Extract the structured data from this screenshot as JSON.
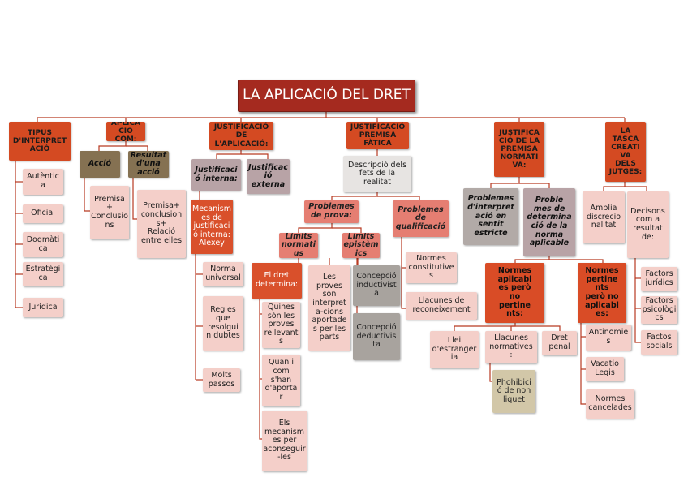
{
  "title": "LA APLICACIÓ DEL DRET",
  "colors": {
    "title_bg": "#a52a1f",
    "header_bg": "#d44a22",
    "line": "#b83a22",
    "pink": "#f4cfc9",
    "olive": "#857152",
    "gray": "#a8a39e",
    "mauve": "#b8a3a6"
  },
  "boxes": {
    "tipus": "TIPUS\nD'INTERPRET\nACIÓ",
    "autentica": "Autèntic\na",
    "oficial": "Oficial",
    "dogmatica": "Dogmàti\nca",
    "estrategica": "Estratègi\nca",
    "juridica": "Jurídica",
    "aplicacio_com": "APLICA\nCIO\nCOM:",
    "accio": "Acció",
    "resultat": "Resultat\nd'una\nacció",
    "premisa_conclusions": "Premisa\n+\nConclusio\nns",
    "premisa_relacio": "Premisa+\nconclusion\ns+\nRelació\nentre elles",
    "justificacio": "JUSTIFICACIÓ\nDE\nL'APLICACIÓ:",
    "just_interna": "Justificaci\nó interna:",
    "just_externa": "Justificac\nió\nexterna",
    "mecanismes": "Mecanism\nes de\njustificaci\nó interna:\nAlexey",
    "norma_universal": "Norma\nuniversal",
    "regles": "Regles\nque\nresolgui\nn dubtes",
    "molts_passos": "Molts\npassos",
    "premisa_fatica": "JUSTIFICACIÓ\nPREMISA\nFÀTICA",
    "descripcio": "Descripció dels\nfets de la\nrealitat",
    "problemes_prova": "Problemes\nde prova:",
    "problemes_qualificacio": "Problemes\nde\nqualificació",
    "limits_normatius": "Límits\nnormati\nus",
    "limits_epistemics": "Límits\nepistèm\nics",
    "dret_determina": "El dret\ndetermina:",
    "proves": "Les\nproves\nsón\ninterpret\na-cions\naportade\ns per les\nparts",
    "concepcio_inductivista": "Concepció\ninductivist\na",
    "concepcio_deductivista": "Concepció\ndeductivis\nta",
    "quines_proves": "Quines\nsón les\nproves\nrellevant\ns",
    "quan_com": "Quan i\ncom\ns'han\nd'aporta\nr",
    "mecanismes_aconseguir": "Els\nmecanism\nes per\naconseguir\n-les",
    "normes_constitutives": "Normes\nconstitutive\ns",
    "llacunes_reconeixement": "Llacunes de\nreconeixement",
    "premisa_normativa": "JUSTIFICA\nCIÓ DE LA\nPREMISA\nNORMATI\nVA:",
    "problemes_interpretacio": "Problemes\nd'interpret\nació en\nsentit\nestricte",
    "problemes_determinacio": "Proble\nmes de\ndetermina\nció de la\nnorma\naplicable",
    "normes_aplicables_no_pertinents": "Normes\naplicabl\nes però\nno\npertine\nnts:",
    "normes_pertinents_no_aplicables": "Normes\npertine\nnts\nperò no\naplicabl\nes:",
    "llei_estrangeria": "Llei\nd'estranger\nia",
    "llacunes_normatives": "Llacunes\nnormatives\n:",
    "dret_penal": "Dret\npenal",
    "phohibicio": "Phohibici\nó de non\nliquet",
    "antinomies": "Antinomie\ns",
    "vacatio": "Vacatio\nLegis",
    "normes_cancelades": "Normes\ncancelades",
    "tasca": "LA\nTASCA\nCREATI\nVA\nDELS\nJUTGES:",
    "amplia": "Amplia\ndiscrecio\nnalitat",
    "decisions": "Decisons\ncom a\nresultat\nde:",
    "factors_juridics": "Factors\njurídics",
    "factors_psicologics": "Factors\npsicològi\ncs",
    "factors_socials": "Factos\nsocials"
  }
}
